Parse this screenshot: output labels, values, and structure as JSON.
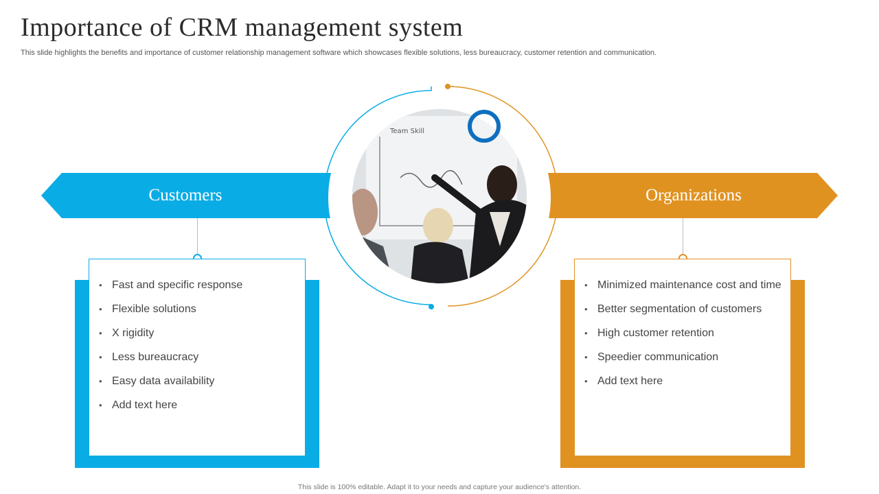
{
  "header": {
    "title": "Importance of CRM management system",
    "subtitle": "This slide highlights the benefits and importance of customer relationship management software which showcases flexible solutions, less bureaucracy, customer retention and communication."
  },
  "left": {
    "label": "Customers",
    "items": [
      "Fast and specific response",
      "Flexible solutions",
      "X rigidity",
      "Less bureaucracy",
      "Easy data availability",
      "Add text here"
    ]
  },
  "right": {
    "label": "Organizations",
    "items": [
      "Minimized maintenance cost and time",
      "Better segmentation of customers",
      "High customer retention",
      "Speedier communication",
      "Add text here"
    ]
  },
  "photo": {
    "description_icon": "whiteboard-meeting-photo",
    "whiteboard_text": "Team Skill"
  },
  "footer": "This slide is 100% editable. Adapt it to your needs and capture your audience's attention.",
  "colors": {
    "blue": "#0aace6",
    "orange": "#e09221",
    "dark_blue": "#0e6fc0"
  }
}
